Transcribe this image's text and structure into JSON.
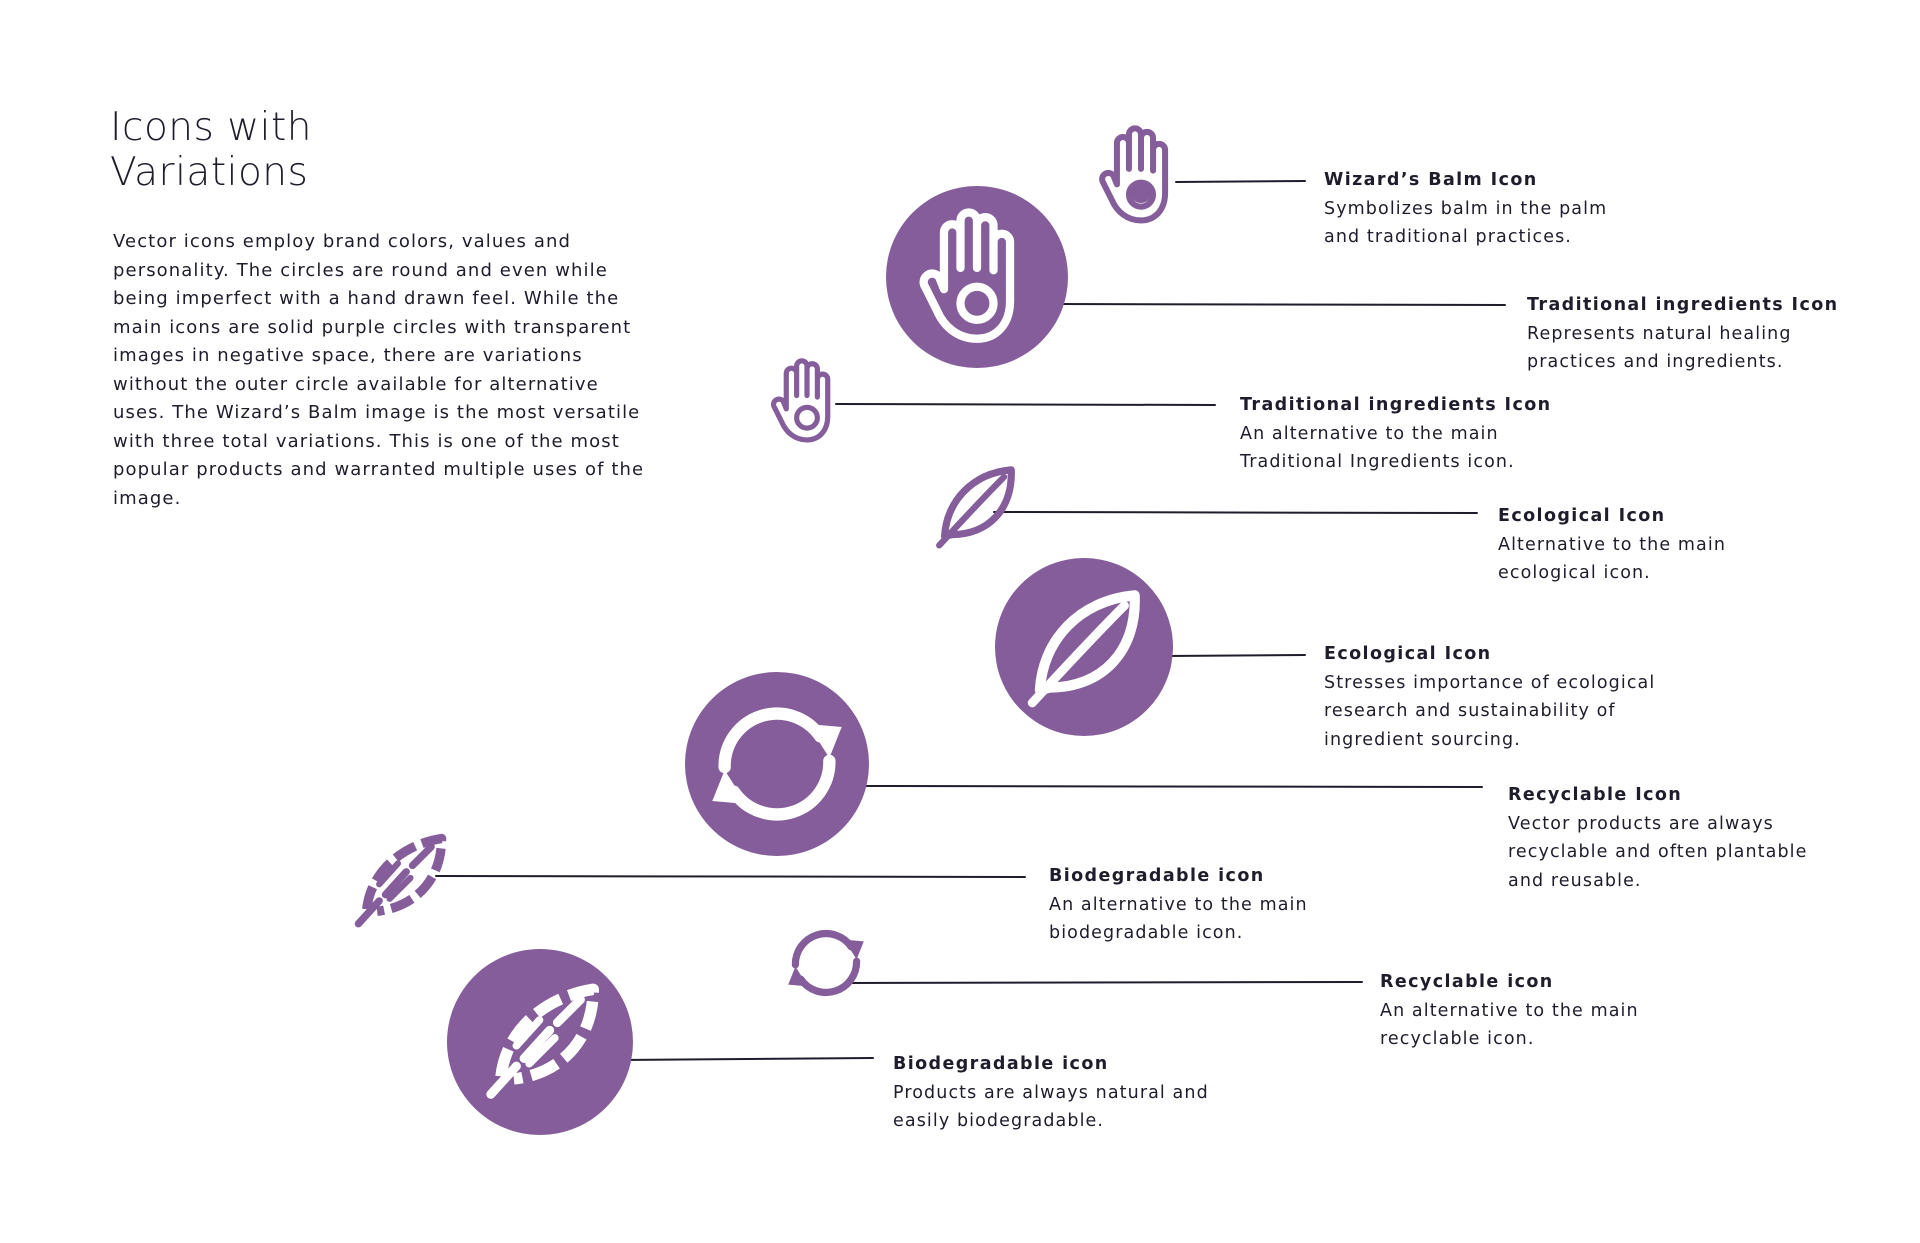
{
  "title": {
    "line1": "Icons with",
    "line2": "Variations"
  },
  "intro": "Vector icons employ brand colors, values and personality. The circles are round and even while being imperfect with a hand drawn feel. While the main icons are solid purple circles with transparent images in negative space, there are variations without the outer circle available for alternative uses. The Wizard’s Balm image is the most versatile with three total variations. This is one of the most popular products and warranted multiple uses of the image.",
  "colors": {
    "brand_purple": "#845d9a",
    "line": "#1f1c2c",
    "text": "#1f1c2c"
  },
  "callouts": [
    {
      "id": "wizards-balm",
      "icon": "hand-palm-outline-icon",
      "title": "Wizard’s Balm Icon",
      "desc": "Symbolizes balm in the palm\nand traditional practices."
    },
    {
      "id": "traditional-main",
      "icon": "hand-circle-solid-icon",
      "title": "Traditional ingredients Icon",
      "desc": "Represents natural healing\npractices and ingredients."
    },
    {
      "id": "traditional-alt",
      "icon": "hand-small-outline-icon",
      "title": "Traditional ingredients Icon",
      "desc": "An alternative to the main\nTraditional Ingredients icon."
    },
    {
      "id": "ecological-alt",
      "icon": "leaf-small-icon",
      "title": "Ecological Icon",
      "desc": "Alternative to the main\necological icon."
    },
    {
      "id": "ecological-main",
      "icon": "leaf-circle-solid-icon",
      "title": "Ecological Icon",
      "desc": "Stresses importance of ecological\nresearch and sustainability of\ningredient sourcing."
    },
    {
      "id": "recyclable-main",
      "icon": "recycle-circle-solid-icon",
      "title": "Recyclable Icon",
      "desc": "Vector products are always\nrecyclable and often plantable\nand reusable."
    },
    {
      "id": "biodegradable-alt",
      "icon": "broken-leaf-icon",
      "title": "Biodegradable icon",
      "desc": "An alternative to the main\nbiodegradable icon."
    },
    {
      "id": "recyclable-alt",
      "icon": "recycle-small-icon",
      "title": "Recyclable icon",
      "desc": "An alternative to the main\nrecyclable icon."
    },
    {
      "id": "biodegradable-main",
      "icon": "broken-leaf-circle-solid-icon",
      "title": "Biodegradable icon",
      "desc": "Products are always natural and\neasily biodegradable."
    }
  ]
}
